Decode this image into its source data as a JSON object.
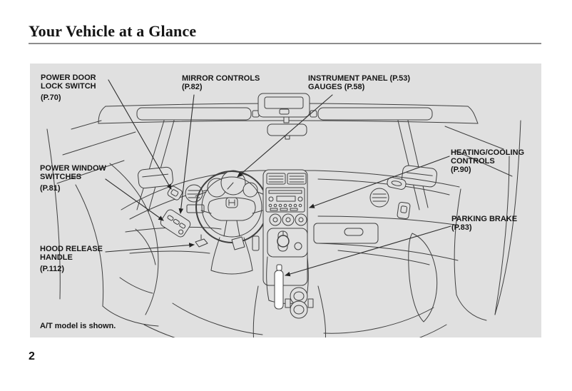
{
  "page": {
    "title": "Your Vehicle at a Glance",
    "page_number": "2"
  },
  "diagram": {
    "note": "A/T model is shown.",
    "colors": {
      "panel_bg": "#e0e0e0",
      "line_art": "#3f3f3f",
      "text": "#161616"
    },
    "callouts": {
      "power_door_lock": {
        "line1": "POWER DOOR",
        "line2": "LOCK SWITCH",
        "page_ref": "(P.70)"
      },
      "mirror_controls": {
        "line1": "MIRROR CONTROLS",
        "page_ref": "(P.82)"
      },
      "instrument_panel": {
        "line1": "INSTRUMENT PANEL (P.53)",
        "line2": "GAUGES (P.58)"
      },
      "heating_cooling": {
        "line1": "HEATING/COOLING",
        "line2": "CONTROLS",
        "page_ref": "(P.90)"
      },
      "parking_brake": {
        "line1": "PARKING BRAKE",
        "page_ref": "(P.83)"
      },
      "power_window": {
        "line1": "POWER WINDOW",
        "line2": "SWITCHES",
        "page_ref": "(P.81)"
      },
      "hood_release": {
        "line1": "HOOD RELEASE",
        "line2": "HANDLE",
        "page_ref": "(P.112)"
      }
    }
  }
}
